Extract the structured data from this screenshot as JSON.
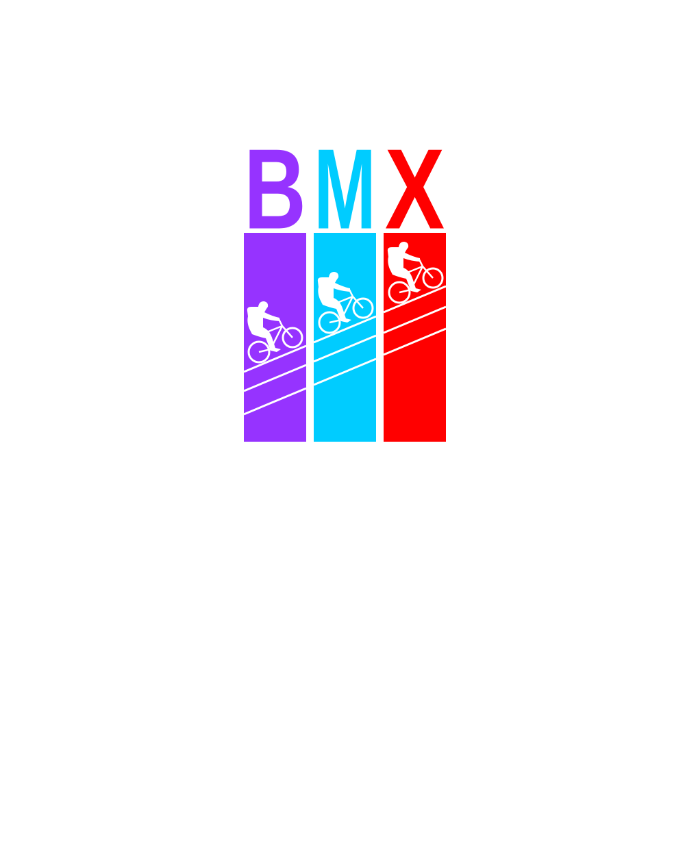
{
  "logo": {
    "letters": [
      "B",
      "M",
      "X"
    ],
    "colors": [
      "#9633ff",
      "#00ccff",
      "#ff0000"
    ],
    "icon": "cyclist-uphill-icon"
  }
}
